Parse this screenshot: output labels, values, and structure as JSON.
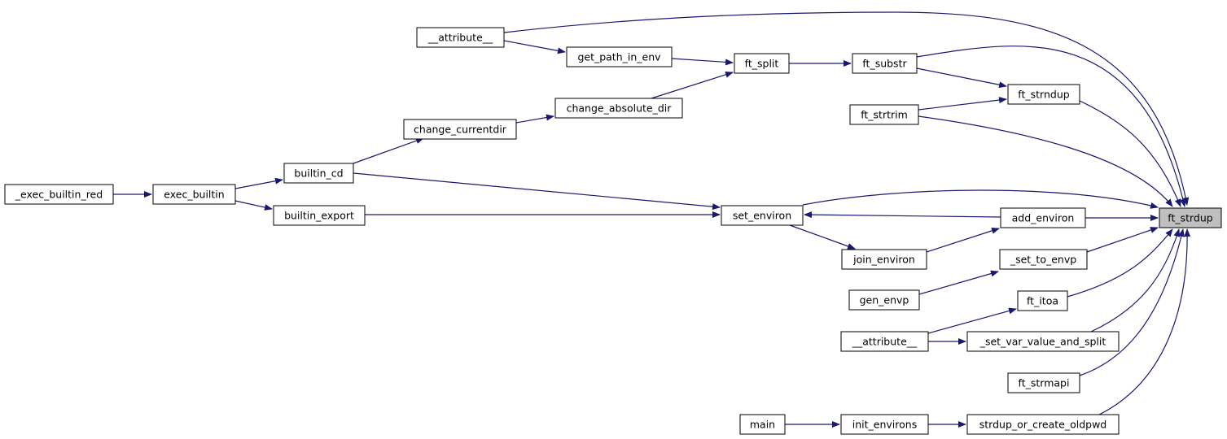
{
  "graph": {
    "colors": {
      "edge": "#191970",
      "focus_fill": "#bfbfbf",
      "node_fill": "#ffffff",
      "node_border": "#000000"
    },
    "nodes": [
      {
        "id": "ft_strdup",
        "label": "ft_strdup",
        "focus": true
      },
      {
        "id": "attribute_top",
        "label": "__attribute__"
      },
      {
        "id": "get_path_in_env",
        "label": "get_path_in_env"
      },
      {
        "id": "ft_split",
        "label": "ft_split"
      },
      {
        "id": "ft_substr",
        "label": "ft_substr"
      },
      {
        "id": "ft_strndup",
        "label": "ft_strndup"
      },
      {
        "id": "ft_strtrim",
        "label": "ft_strtrim"
      },
      {
        "id": "change_absolute_dir",
        "label": "change_absolute_dir"
      },
      {
        "id": "change_currentdir",
        "label": "change_currentdir"
      },
      {
        "id": "builtin_cd",
        "label": "builtin_cd"
      },
      {
        "id": "exec_builtin_red",
        "label": "_exec_builtin_red"
      },
      {
        "id": "exec_builtin",
        "label": "exec_builtin"
      },
      {
        "id": "builtin_export",
        "label": "builtin_export"
      },
      {
        "id": "set_environ",
        "label": "set_environ"
      },
      {
        "id": "add_environ",
        "label": "add_environ"
      },
      {
        "id": "join_environ",
        "label": "join_environ"
      },
      {
        "id": "set_to_envp",
        "label": "_set_to_envp"
      },
      {
        "id": "gen_envp",
        "label": "gen_envp"
      },
      {
        "id": "ft_itoa",
        "label": "ft_itoa"
      },
      {
        "id": "attribute_bottom",
        "label": "__attribute__"
      },
      {
        "id": "set_var_value_and_split",
        "label": "_set_var_value_and_split"
      },
      {
        "id": "ft_strmapi",
        "label": "ft_strmapi"
      },
      {
        "id": "main",
        "label": "main"
      },
      {
        "id": "init_environs",
        "label": "init_environs"
      },
      {
        "id": "strdup_or_create_oldpwd",
        "label": "strdup_or_create_oldpwd"
      }
    ],
    "edges": [
      {
        "from": "attribute_top",
        "to": "ft_strdup"
      },
      {
        "from": "attribute_top",
        "to": "get_path_in_env"
      },
      {
        "from": "get_path_in_env",
        "to": "ft_split"
      },
      {
        "from": "ft_split",
        "to": "ft_substr"
      },
      {
        "from": "ft_substr",
        "to": "ft_strdup"
      },
      {
        "from": "ft_substr",
        "to": "ft_strndup"
      },
      {
        "from": "ft_strndup",
        "to": "ft_strdup"
      },
      {
        "from": "ft_strtrim",
        "to": "ft_strndup"
      },
      {
        "from": "ft_strtrim",
        "to": "ft_strdup"
      },
      {
        "from": "change_absolute_dir",
        "to": "ft_split"
      },
      {
        "from": "change_currentdir",
        "to": "change_absolute_dir"
      },
      {
        "from": "builtin_cd",
        "to": "change_currentdir"
      },
      {
        "from": "builtin_cd",
        "to": "set_environ"
      },
      {
        "from": "exec_builtin_red",
        "to": "exec_builtin"
      },
      {
        "from": "exec_builtin",
        "to": "builtin_cd"
      },
      {
        "from": "exec_builtin",
        "to": "builtin_export"
      },
      {
        "from": "builtin_export",
        "to": "set_environ"
      },
      {
        "from": "set_environ",
        "to": "ft_strdup"
      },
      {
        "from": "add_environ",
        "to": "set_environ"
      },
      {
        "from": "add_environ",
        "to": "ft_strdup"
      },
      {
        "from": "set_environ",
        "to": "join_environ"
      },
      {
        "from": "join_environ",
        "to": "add_environ"
      },
      {
        "from": "set_to_envp",
        "to": "ft_strdup"
      },
      {
        "from": "gen_envp",
        "to": "set_to_envp"
      },
      {
        "from": "ft_itoa",
        "to": "ft_strdup"
      },
      {
        "from": "attribute_bottom",
        "to": "ft_itoa"
      },
      {
        "from": "attribute_bottom",
        "to": "set_var_value_and_split"
      },
      {
        "from": "set_var_value_and_split",
        "to": "ft_strdup"
      },
      {
        "from": "ft_strmapi",
        "to": "ft_strdup"
      },
      {
        "from": "main",
        "to": "init_environs"
      },
      {
        "from": "init_environs",
        "to": "strdup_or_create_oldpwd"
      },
      {
        "from": "strdup_or_create_oldpwd",
        "to": "ft_strdup"
      }
    ]
  }
}
